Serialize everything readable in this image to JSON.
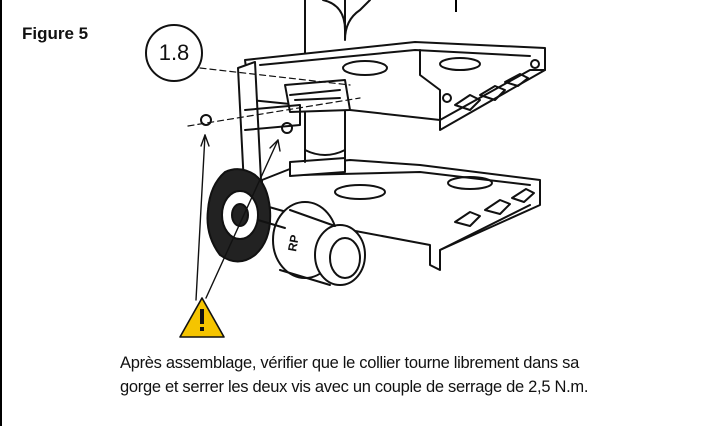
{
  "figure": {
    "label": "Figure 5",
    "callout": "1.8"
  },
  "caption": {
    "line1": "Après assemblage, vérifier que le collier tourne librement dans sa",
    "line2": "gorge et serrer les deux vis avec un couple de serrage de 2,5 N.m."
  },
  "drawing": {
    "valve_marking": "RP",
    "warning_icon": "warning-triangle-icon",
    "warning_color": "#f5c400"
  }
}
